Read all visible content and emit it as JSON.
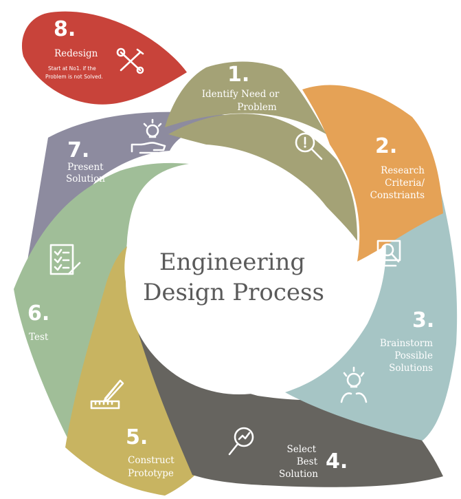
{
  "center": {
    "title_line1": "Engineering",
    "title_line2": "Design Process"
  },
  "colors": {
    "step1": "#a4a276",
    "step2": "#e5a256",
    "step3": "#a6c5c5",
    "step4": "#66645f",
    "step5": "#c8b461",
    "step6": "#a0be98",
    "step7": "#8d8b9f",
    "step8": "#c8433a",
    "title": "#5a5a5a"
  },
  "steps": [
    {
      "number": "1.",
      "line1": "Identify Need or",
      "line2": "Problem",
      "icon": "magnifier-warning-icon"
    },
    {
      "number": "2.",
      "line1": "Research",
      "line2": "Criteria/",
      "line3": "Constriants",
      "icon": "magnifier-screen-icon"
    },
    {
      "number": "3.",
      "line1": "Brainstorm",
      "line2": "Possible",
      "line3": "Solutions",
      "icon": "lightbulb-hands-icon"
    },
    {
      "number": "4.",
      "line1": "Select",
      "line2": "Best",
      "line3": "Solution",
      "icon": "magnifier-chart-icon"
    },
    {
      "number": "5.",
      "line1": "Construct",
      "line2": "Prototype",
      "icon": "pencil-ruler-icon"
    },
    {
      "number": "6.",
      "line1": "Test",
      "icon": "checklist-icon"
    },
    {
      "number": "7.",
      "line1": "Present",
      "line2": "Solution",
      "icon": "lightbulb-hand-icon"
    },
    {
      "number": "8.",
      "line1": "Redesign",
      "note1": "Start at No1. if the",
      "note2": "Problem is not Solved.",
      "icon": "wrench-screwdriver-icon"
    }
  ]
}
